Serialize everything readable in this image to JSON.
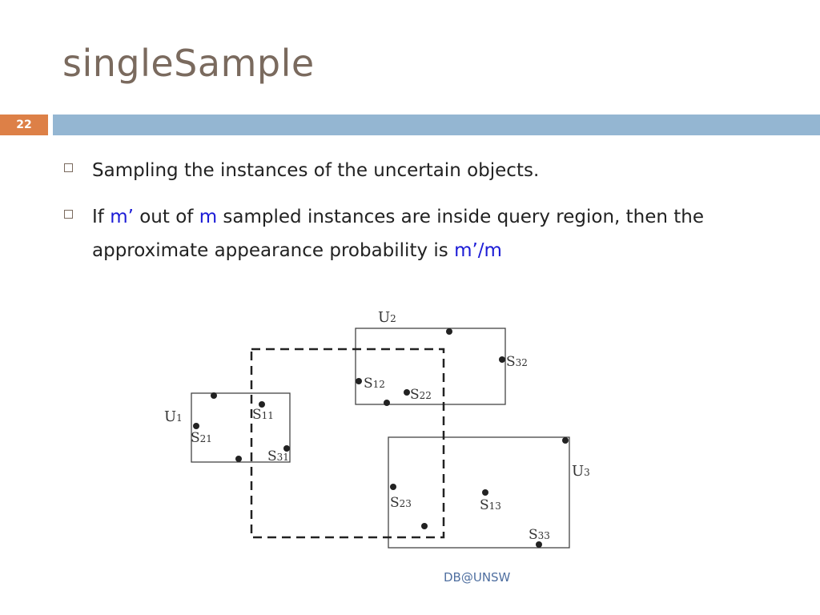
{
  "slide": {
    "title": "singleSample",
    "number": "22",
    "footer": "DB@UNSW"
  },
  "bullets": [
    {
      "parts": [
        {
          "text": "Sampling the instances of the uncertain objects.",
          "highlight": false
        }
      ]
    },
    {
      "parts": [
        {
          "text": "If ",
          "highlight": false
        },
        {
          "text": "m’",
          "highlight": true
        },
        {
          "text": " out of ",
          "highlight": false
        },
        {
          "text": "m",
          "highlight": true
        },
        {
          "text": " sampled instances are inside query region, then the approximate appearance probability is ",
          "highlight": false
        },
        {
          "text": "m’/m",
          "highlight": true
        }
      ]
    }
  ],
  "colors": {
    "title": "#7a6a5e",
    "accent_orange": "#dd8047",
    "accent_blue": "#94b6d2",
    "highlight": "#1b1bd6"
  },
  "diagram": {
    "objects": [
      {
        "label": "U",
        "sub": "1"
      },
      {
        "label": "U",
        "sub": "2"
      },
      {
        "label": "U",
        "sub": "3"
      }
    ],
    "samples": [
      {
        "label": "S",
        "sub": "11"
      },
      {
        "label": "S",
        "sub": "21"
      },
      {
        "label": "S",
        "sub": "31"
      },
      {
        "label": "S",
        "sub": "12"
      },
      {
        "label": "S",
        "sub": "22"
      },
      {
        "label": "S",
        "sub": "32"
      },
      {
        "label": "S",
        "sub": "23"
      },
      {
        "label": "S",
        "sub": "13"
      },
      {
        "label": "S",
        "sub": "33"
      }
    ]
  }
}
